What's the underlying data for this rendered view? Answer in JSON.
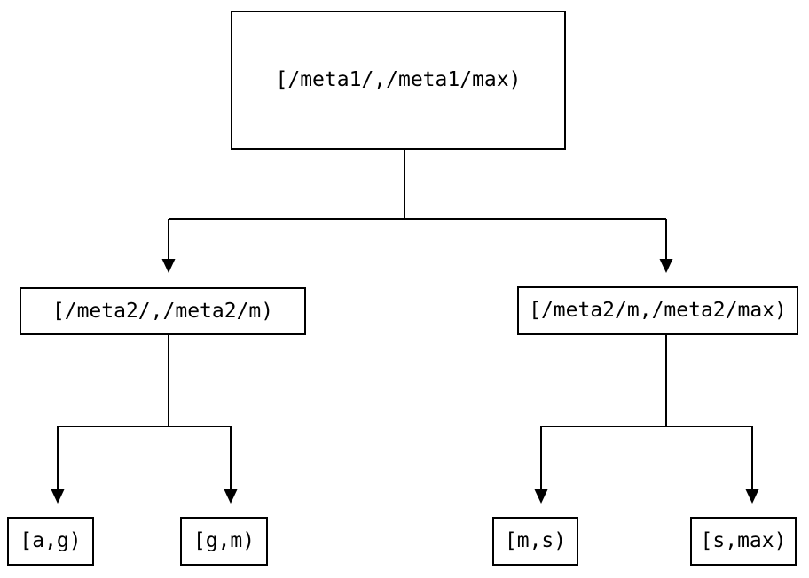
{
  "diagram": {
    "kind": "interval-partition-tree",
    "colors": {
      "background": "#ffffff",
      "line": "#000000",
      "box_border": "#000000",
      "text": "#000000"
    },
    "nodes": {
      "root": {
        "id": "root",
        "label": "[/meta1/,/meta1/max)"
      },
      "left": {
        "id": "left",
        "label": "[/meta2/,/meta2/m)"
      },
      "right": {
        "id": "right",
        "label": "[/meta2/m,/meta2/max)"
      },
      "leaf_ag": {
        "id": "leaf_ag",
        "label": "[a,g)"
      },
      "leaf_gm": {
        "id": "leaf_gm",
        "label": "[g,m)"
      },
      "leaf_ms": {
        "id": "leaf_ms",
        "label": "[m,s)"
      },
      "leaf_smax": {
        "id": "leaf_smax",
        "label": "[s,max)"
      }
    },
    "edges": [
      {
        "from": "root",
        "to": "left"
      },
      {
        "from": "root",
        "to": "right"
      },
      {
        "from": "left",
        "to": "leaf_ag"
      },
      {
        "from": "left",
        "to": "leaf_gm"
      },
      {
        "from": "right",
        "to": "leaf_ms"
      },
      {
        "from": "right",
        "to": "leaf_smax"
      }
    ]
  }
}
